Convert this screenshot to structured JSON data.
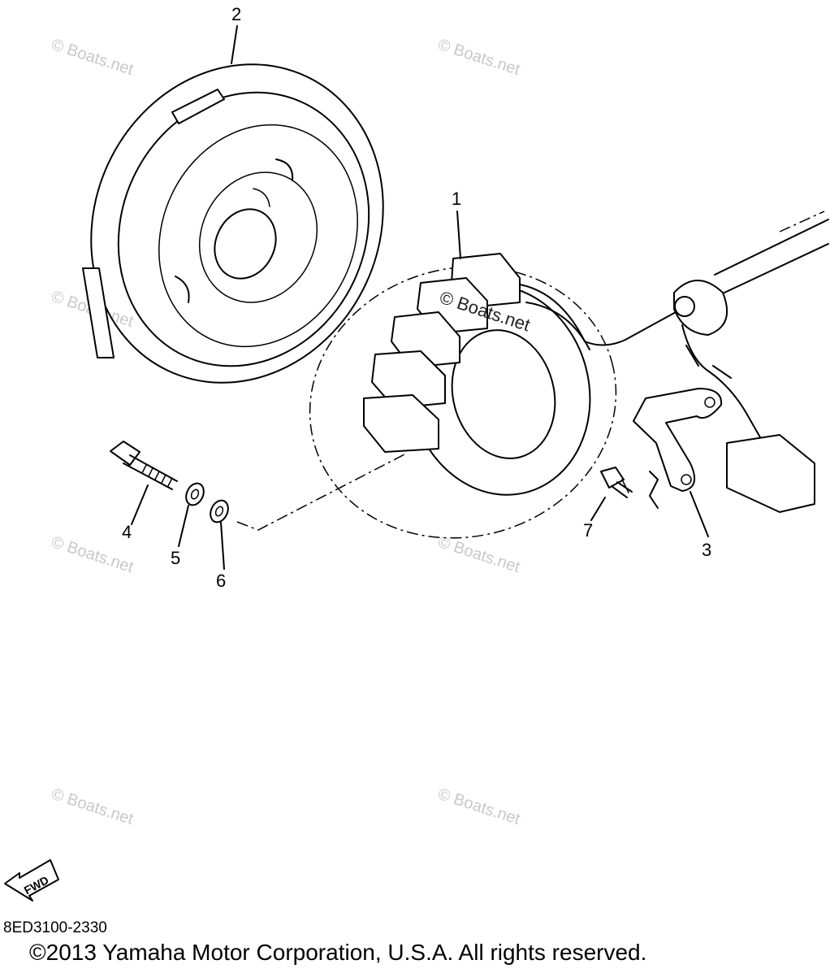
{
  "callouts": {
    "c1": "1",
    "c2": "2",
    "c3": "3",
    "c4": "4",
    "c5": "5",
    "c6": "6",
    "c7": "7"
  },
  "watermark": {
    "text": "© Boats.net",
    "color": "#c8c8c8"
  },
  "fwd_label": "FWD",
  "part_number": "8ED3100-2330",
  "copyright": "©2013 Yamaha Motor Corporation, U.S.A. All rights reserved."
}
